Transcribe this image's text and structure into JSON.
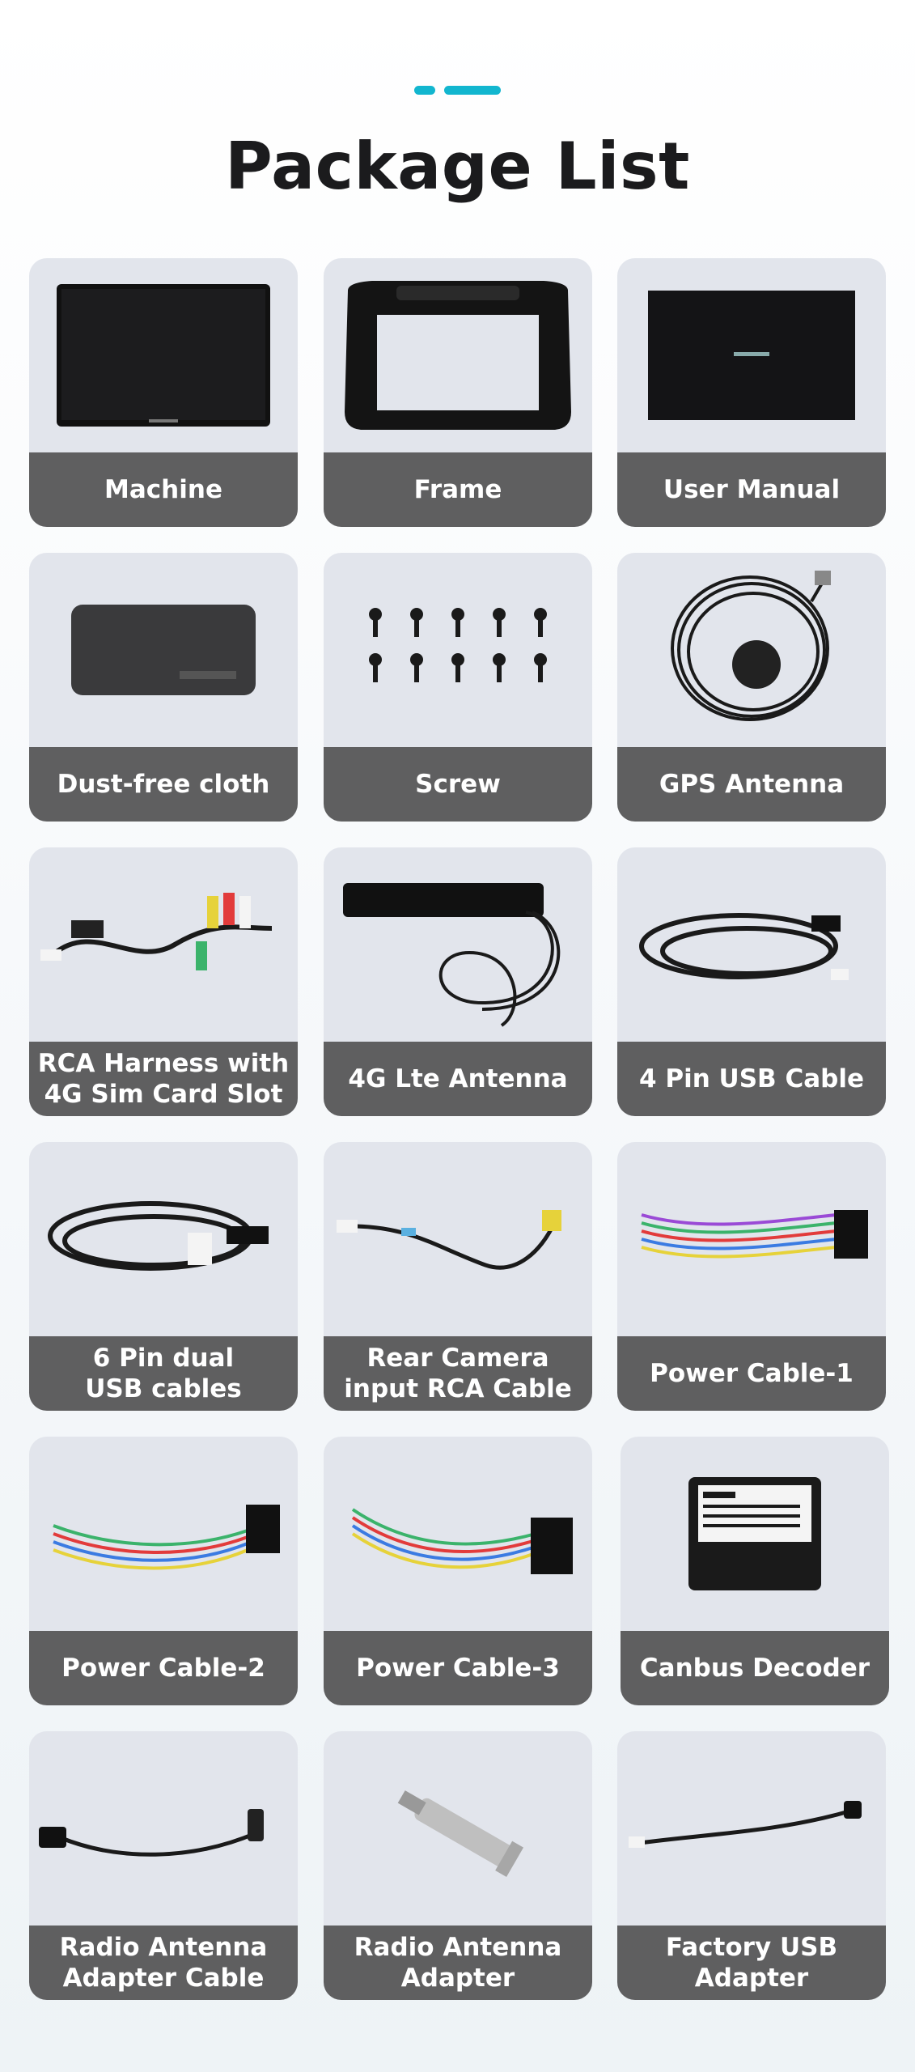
{
  "header": {
    "title": "Package List",
    "accent_color": "#12b6cf"
  },
  "items": [
    {
      "label": "Machine",
      "icon": "screen-icon"
    },
    {
      "label": "Frame",
      "icon": "frame-icon"
    },
    {
      "label": "User Manual",
      "icon": "manual-icon"
    },
    {
      "label": "Dust-free cloth",
      "icon": "cloth-icon"
    },
    {
      "label": "Screw",
      "icon": "screw-icon"
    },
    {
      "label": "GPS Antenna",
      "icon": "gps-antenna-icon"
    },
    {
      "label": "RCA Harness with\n4G Sim Card Slot",
      "icon": "rca-harness-icon"
    },
    {
      "label": "4G Lte Antenna",
      "icon": "lte-antenna-icon"
    },
    {
      "label": "4 Pin USB Cable",
      "icon": "usb-cable-icon"
    },
    {
      "label": "6 Pin dual\nUSB cables",
      "icon": "dual-usb-icon"
    },
    {
      "label": "Rear Camera\ninput RCA Cable",
      "icon": "rca-cable-icon"
    },
    {
      "label": "Power Cable-1",
      "icon": "power-cable-icon"
    },
    {
      "label": "Power Cable-2",
      "icon": "power-cable-icon"
    },
    {
      "label": "Power Cable-3",
      "icon": "power-cable-icon"
    },
    {
      "label": "Canbus Decoder",
      "icon": "decoder-icon"
    },
    {
      "label": "Radio Antenna\nAdapter Cable",
      "icon": "antenna-cable-icon"
    },
    {
      "label": "Radio Antenna\nAdapter",
      "icon": "antenna-adapter-icon"
    },
    {
      "label": "Factory USB\nAdapter",
      "icon": "factory-usb-icon"
    }
  ]
}
